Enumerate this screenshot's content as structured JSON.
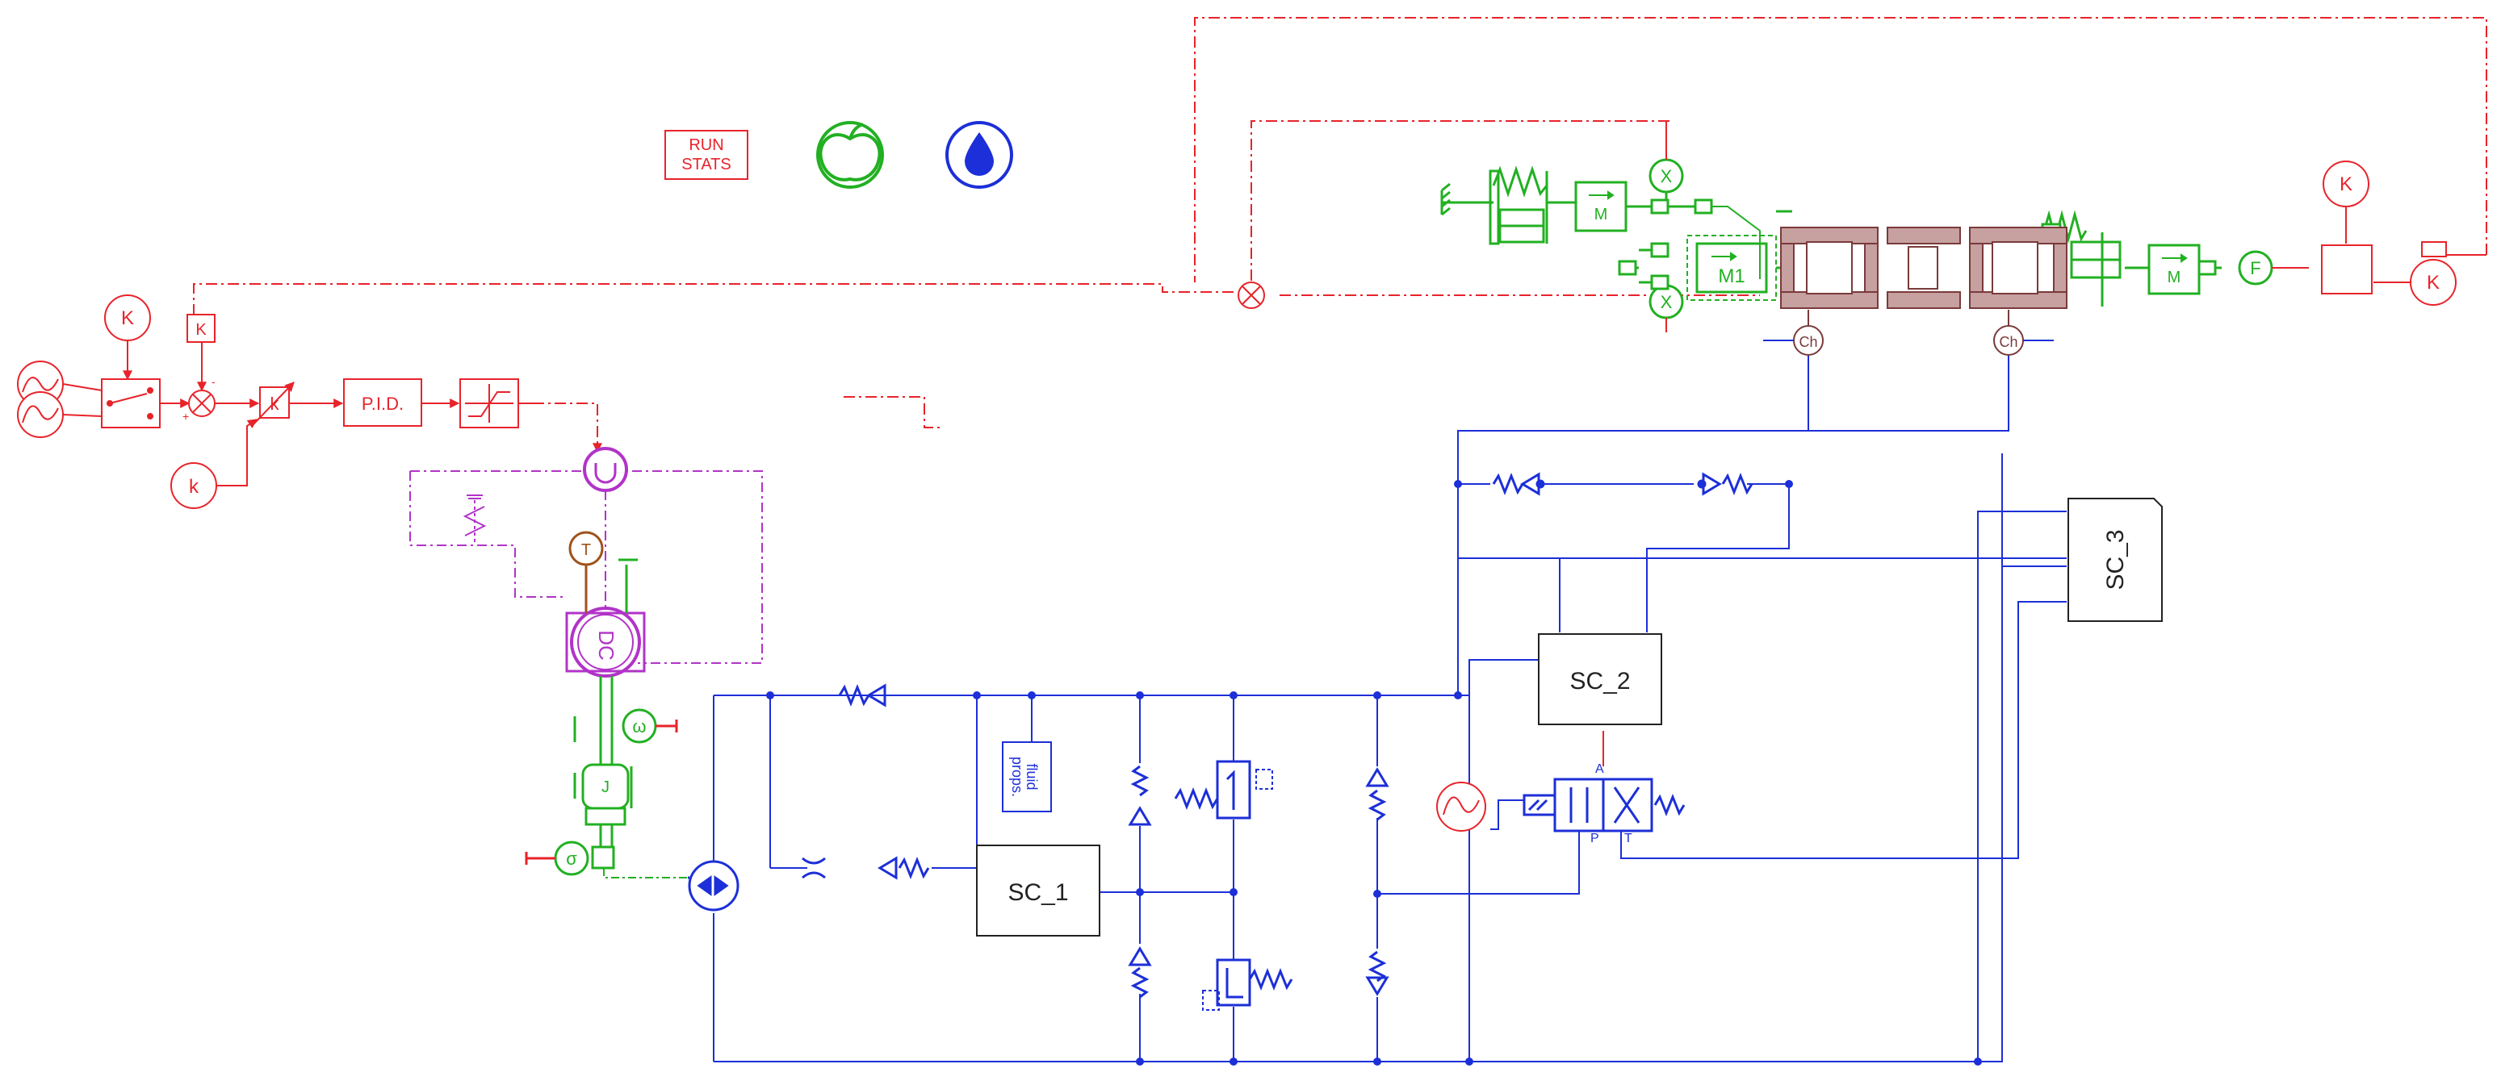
{
  "colors": {
    "control": "#e8232a",
    "hydraulic": "#1c2fd8",
    "mechanical": "#22b022",
    "electrical": "#b233c8",
    "thermal": "#a0521a",
    "brake": "#b07070",
    "dark": "#222222"
  },
  "icons": {
    "run_stats": {
      "line1": "RUN",
      "line2": "STATS"
    },
    "apple": "apple-icon",
    "fluid": "fluid-drop-icon"
  },
  "controller": {
    "pid": "P.I.D.",
    "gain_k": "k",
    "const_k": "k",
    "signs": {
      "plus": "+",
      "minus": "-"
    }
  },
  "motor": {
    "label": "DC",
    "temp": "T",
    "speed": "ω",
    "torque": "σ",
    "inertia": "J"
  },
  "drivetrain": {
    "mass1": "M",
    "mass2": "M1",
    "mass3": "M",
    "x1": "X",
    "x2": "X",
    "force": "F",
    "ch_left": "Ch",
    "ch_right": "Ch",
    "gain_top": "K",
    "gain_right": "K"
  },
  "hydraulic": {
    "sc1": "SC_1",
    "sc2": "SC_2",
    "sc3": "SC_3",
    "fluid_props": {
      "line1": "fluid",
      "line2": "props."
    },
    "valve_ports": {
      "a": "A",
      "p": "P",
      "t": "T"
    }
  }
}
